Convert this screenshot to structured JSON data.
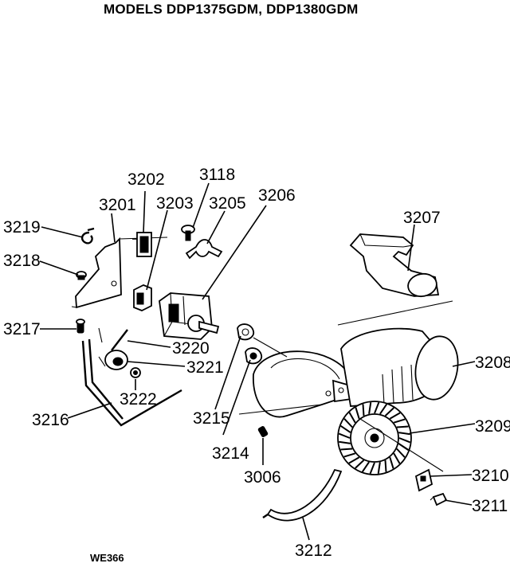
{
  "header": {
    "title": "MODELS DDP1375GDM, DDP1380GDM"
  },
  "footer": {
    "code": "WE366"
  },
  "parts": [
    {
      "id": "3201",
      "label": "3201"
    },
    {
      "id": "3202",
      "label": "3202"
    },
    {
      "id": "3203",
      "label": "3203"
    },
    {
      "id": "3118",
      "label": "3118"
    },
    {
      "id": "3205",
      "label": "3205"
    },
    {
      "id": "3206",
      "label": "3206"
    },
    {
      "id": "3207",
      "label": "3207"
    },
    {
      "id": "3219",
      "label": "3219"
    },
    {
      "id": "3218",
      "label": "3218"
    },
    {
      "id": "3217",
      "label": "3217"
    },
    {
      "id": "3220",
      "label": "3220"
    },
    {
      "id": "3221",
      "label": "3221"
    },
    {
      "id": "3222",
      "label": "3222"
    },
    {
      "id": "3216",
      "label": "3216"
    },
    {
      "id": "3215",
      "label": "3215"
    },
    {
      "id": "3214",
      "label": "3214"
    },
    {
      "id": "3006",
      "label": "3006"
    },
    {
      "id": "3208",
      "label": "3208"
    },
    {
      "id": "3209",
      "label": "3209"
    },
    {
      "id": "3210",
      "label": "3210"
    },
    {
      "id": "3211",
      "label": "3211"
    },
    {
      "id": "3212",
      "label": "3212"
    }
  ]
}
